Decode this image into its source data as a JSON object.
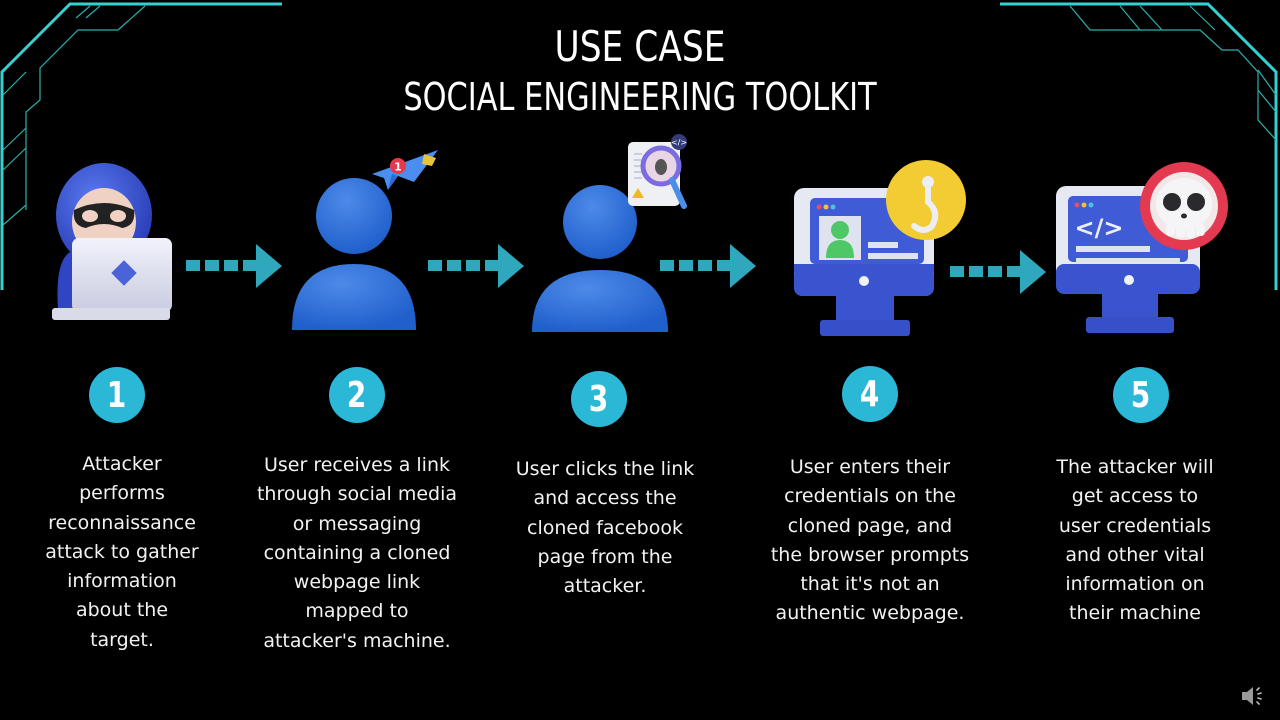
{
  "title": {
    "line1": "USE CASE",
    "line2": "SOCIAL ENGINEERING TOOLKIT"
  },
  "colors": {
    "background": "#000000",
    "accent": "#2bb7d6",
    "arrow": "#2fa8be",
    "icon_blue": "#3a6bd8",
    "frame_lines": "#35d0d0"
  },
  "steps": [
    {
      "number": "1",
      "icon": "hacker-laptop-icon",
      "description": "Attacker performs reconnaissance attack to gather information about the target.",
      "lines": [
        "Attacker",
        "performs",
        "reconnaissance",
        "attack to gather",
        "information",
        "about the",
        "target."
      ]
    },
    {
      "number": "2",
      "icon": "user-paper-plane-icon",
      "description": "User receives a link through social media or messaging containing a cloned webpage link mapped to attacker's machine.",
      "lines": [
        "User receives a link",
        "through social media",
        "or messaging",
        "containing a cloned",
        "webpage link",
        "mapped to",
        "attacker's machine."
      ],
      "notification_count": "1"
    },
    {
      "number": "3",
      "icon": "user-bug-scan-icon",
      "description": "User clicks the link and access the cloned facebook page from the attacker.",
      "lines": [
        "User clicks the link",
        "and access the",
        "cloned facebook",
        "page from the",
        "attacker."
      ]
    },
    {
      "number": "4",
      "icon": "monitor-phishing-hook-icon",
      "description": "User enters their credentials on the cloned page, and the browser prompts that it's not an authentic webpage.",
      "lines": [
        "User enters their",
        "credentials on the",
        "cloned page, and",
        "the browser prompts",
        "that it's not an",
        "authentic webpage."
      ]
    },
    {
      "number": "5",
      "icon": "monitor-skull-icon",
      "description": "The attacker will get access to user credentials and other vital information on their machine",
      "lines": [
        "The attacker will",
        "get access to",
        "user credentials",
        "and other vital",
        "information on",
        "their machine"
      ],
      "code_glyph": "</>"
    }
  ],
  "audio": {
    "icon": "speaker-icon"
  }
}
